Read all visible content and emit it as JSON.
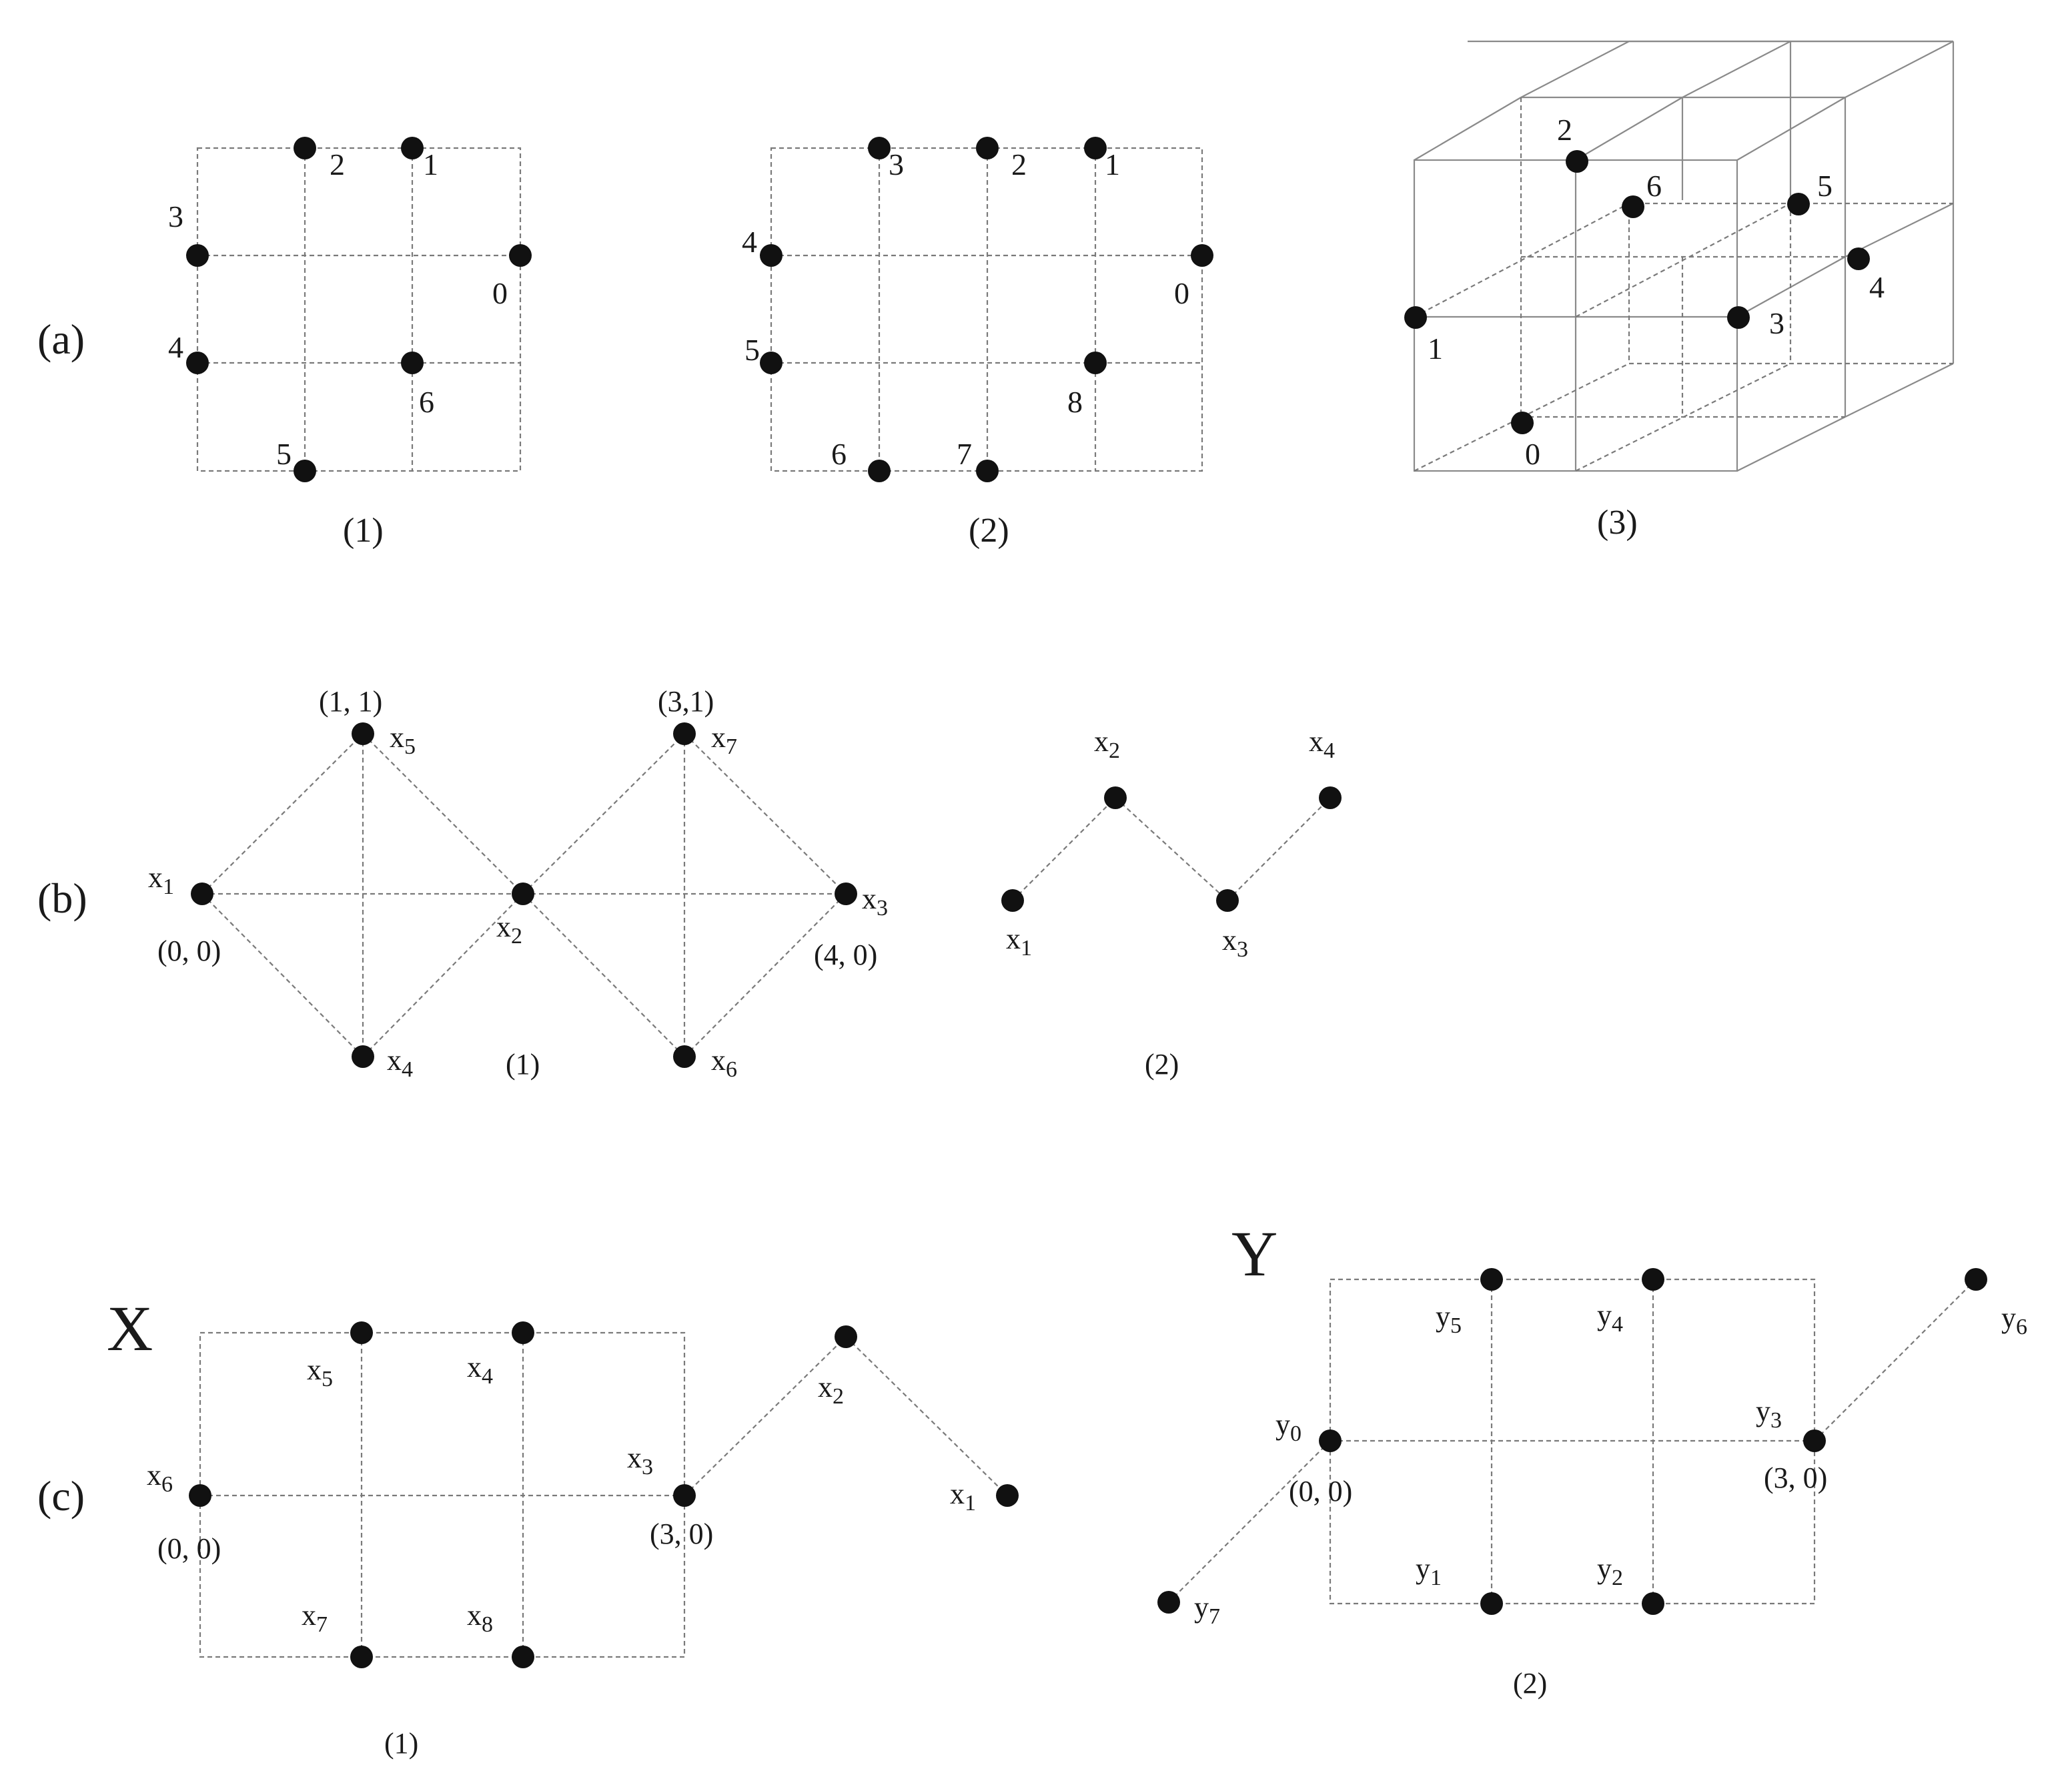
{
  "rows": [
    {
      "label": "(a)",
      "panels": [
        {
          "caption": "(1)"
        },
        {
          "caption": "(2)"
        },
        {
          "caption": "(3)"
        }
      ]
    },
    {
      "label": "(b)",
      "panels": [
        {
          "caption": "(1)"
        },
        {
          "caption": "(2)"
        }
      ]
    },
    {
      "label": "(c)",
      "panels": [
        {
          "caption": "(1)",
          "title": "X"
        },
        {
          "caption": "(2)",
          "title": "Y"
        }
      ]
    }
  ],
  "a1": {
    "labels": [
      "0",
      "1",
      "2",
      "3",
      "4",
      "5",
      "6"
    ]
  },
  "a2": {
    "labels": [
      "0",
      "1",
      "2",
      "3",
      "4",
      "5",
      "6",
      "7",
      "8"
    ]
  },
  "a3": {
    "labels": [
      "0",
      "1",
      "2",
      "3",
      "4",
      "5",
      "6"
    ]
  },
  "b1": {
    "points": [
      {
        "base": "x",
        "sub": "1",
        "coord": "(0, 0)"
      },
      {
        "base": "x",
        "sub": "2",
        "coord": ""
      },
      {
        "base": "x",
        "sub": "3",
        "coord": "(4, 0)"
      },
      {
        "base": "x",
        "sub": "4",
        "coord": ""
      },
      {
        "base": "x",
        "sub": "5",
        "coord": "(1, 1)"
      },
      {
        "base": "x",
        "sub": "6",
        "coord": ""
      },
      {
        "base": "x",
        "sub": "7",
        "coord": "(3,1)"
      }
    ]
  },
  "b2": {
    "points": [
      {
        "base": "x",
        "sub": "1"
      },
      {
        "base": "x",
        "sub": "2"
      },
      {
        "base": "x",
        "sub": "3"
      },
      {
        "base": "x",
        "sub": "4"
      }
    ]
  },
  "c1": {
    "points": [
      {
        "base": "x",
        "sub": "1",
        "coord": ""
      },
      {
        "base": "x",
        "sub": "2",
        "coord": ""
      },
      {
        "base": "x",
        "sub": "3",
        "coord": "(3, 0)"
      },
      {
        "base": "x",
        "sub": "4",
        "coord": ""
      },
      {
        "base": "x",
        "sub": "5",
        "coord": ""
      },
      {
        "base": "x",
        "sub": "6",
        "coord": "(0, 0)"
      },
      {
        "base": "x",
        "sub": "7",
        "coord": ""
      },
      {
        "base": "x",
        "sub": "8",
        "coord": ""
      }
    ]
  },
  "c2": {
    "points": [
      {
        "base": "y",
        "sub": "0",
        "coord": "(0, 0)"
      },
      {
        "base": "y",
        "sub": "1",
        "coord": ""
      },
      {
        "base": "y",
        "sub": "2",
        "coord": ""
      },
      {
        "base": "y",
        "sub": "3",
        "coord": "(3, 0)"
      },
      {
        "base": "y",
        "sub": "4",
        "coord": ""
      },
      {
        "base": "y",
        "sub": "5",
        "coord": ""
      },
      {
        "base": "y",
        "sub": "6",
        "coord": ""
      },
      {
        "base": "y",
        "sub": "7",
        "coord": ""
      }
    ]
  }
}
